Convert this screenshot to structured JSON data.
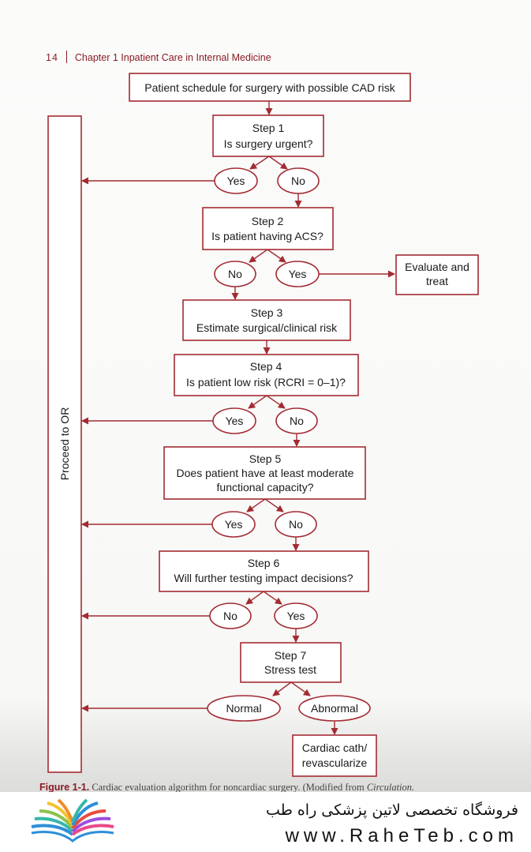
{
  "header": {
    "page_number": "14",
    "chapter": "Chapter 1 Inpatient Care in Internal Medicine"
  },
  "flowchart": {
    "start": "Patient schedule for surgery with possible CAD risk",
    "side_bar": "Proceed to OR",
    "step1": [
      "Step 1",
      "Is surgery urgent?"
    ],
    "step1_yes": "Yes",
    "step1_no": "No",
    "step2": [
      "Step 2",
      "Is patient having ACS?"
    ],
    "step2_no": "No",
    "step2_yes": "Yes",
    "evaluate": [
      "Evaluate and",
      "treat"
    ],
    "step3": [
      "Step 3",
      "Estimate surgical/clinical risk"
    ],
    "step4": [
      "Step 4",
      "Is patient low risk (RCRI = 0–1)?"
    ],
    "step4_yes": "Yes",
    "step4_no": "No",
    "step5": [
      "Step 5",
      "Does patient have at least moderate",
      "functional capacity?"
    ],
    "step5_yes": "Yes",
    "step5_no": "No",
    "step6": [
      "Step 6",
      "Will further testing impact decisions?"
    ],
    "step6_no": "No",
    "step6_yes": "Yes",
    "step7": [
      "Step 7",
      "Stress test"
    ],
    "step7_normal": "Normal",
    "step7_abnormal": "Abnormal",
    "cath": [
      "Cardiac cath/",
      "revascularize"
    ]
  },
  "caption": {
    "figure_label": "Figure 1-1.",
    "text": "Cardiac evaluation algorithm for noncardiac surgery. (Modified from",
    "source": "Circulation."
  },
  "banner": {
    "logo": "open-book-logo-icon",
    "store_name": "فروشگاه تخصصی لاتین پزشکی  راه طب",
    "url": "www.RaheTeb.com"
  },
  "colors": {
    "accent": "#a32b33",
    "header_text": "#8a1c24"
  }
}
